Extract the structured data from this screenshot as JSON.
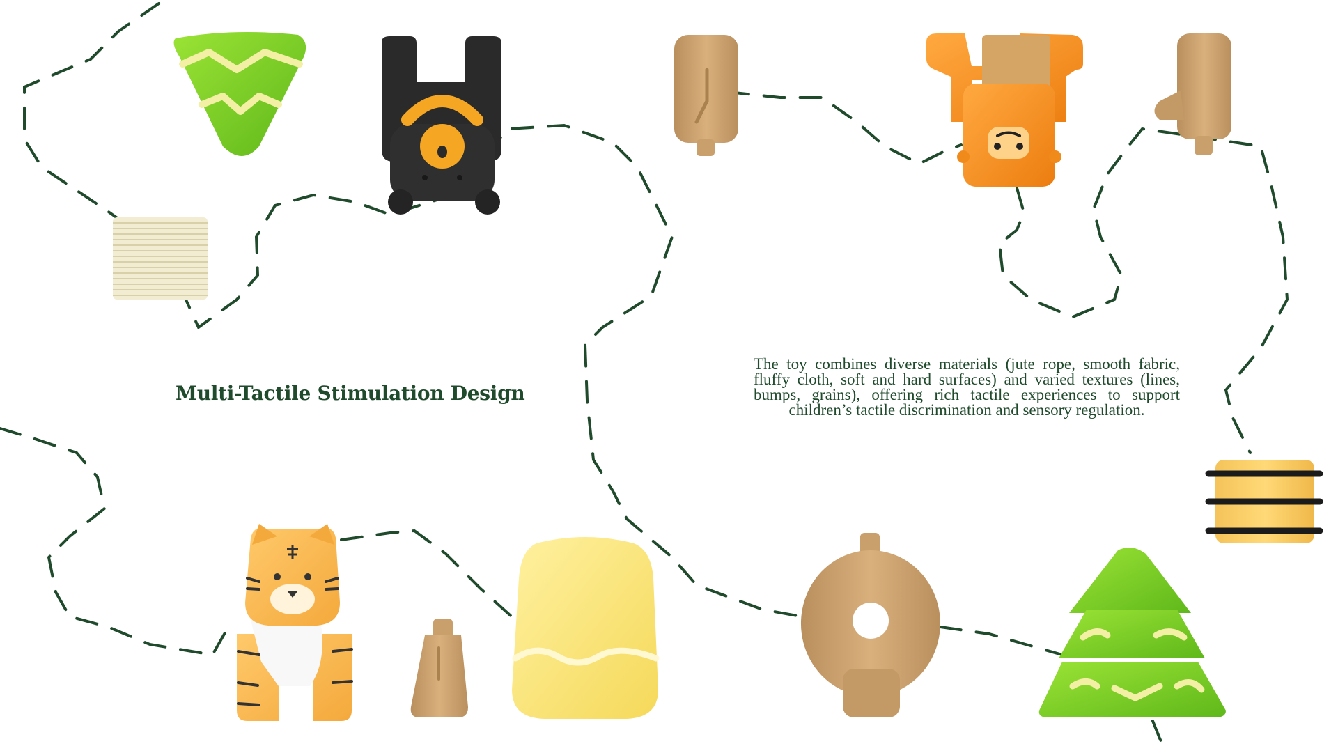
{
  "heading": "Multi-Tactile Stimulation Design",
  "description": "The toy combines diverse materials (jute rope, smooth fabric, fluffy cloth, soft and hard surfaces) and varied textures (lines, bumps, grains), offering rich tactile experiences to support children’s tactile discrimination and sensory regulation.",
  "colors": {
    "text": "#1f4a2c",
    "path": "#1f4a2c",
    "green": "#7ed321",
    "orange": "#f7931e",
    "tan": "#c9a06c",
    "cream": "#f1ecd2",
    "yellow": "#fbe77a",
    "black": "#2a2a2a"
  },
  "toys": [
    {
      "name": "green-cone-piece",
      "icon": "cone-icon"
    },
    {
      "name": "black-bear-piece",
      "icon": "bear-icon"
    },
    {
      "name": "tan-peg-piece",
      "icon": "peg-icon"
    },
    {
      "name": "orange-monkey-piece",
      "icon": "monkey-icon"
    },
    {
      "name": "tan-branch-piece",
      "icon": "branch-icon"
    },
    {
      "name": "cream-ribbed-disc",
      "icon": "disc-icon"
    },
    {
      "name": "tiger-piece",
      "icon": "tiger-icon"
    },
    {
      "name": "small-tan-bottle",
      "icon": "bottle-icon"
    },
    {
      "name": "yellow-soft-block",
      "icon": "block-icon"
    },
    {
      "name": "tan-donut-piece",
      "icon": "donut-icon"
    },
    {
      "name": "green-tree-piece",
      "icon": "tree-icon"
    },
    {
      "name": "striped-yellow-drum",
      "icon": "drum-icon"
    }
  ]
}
